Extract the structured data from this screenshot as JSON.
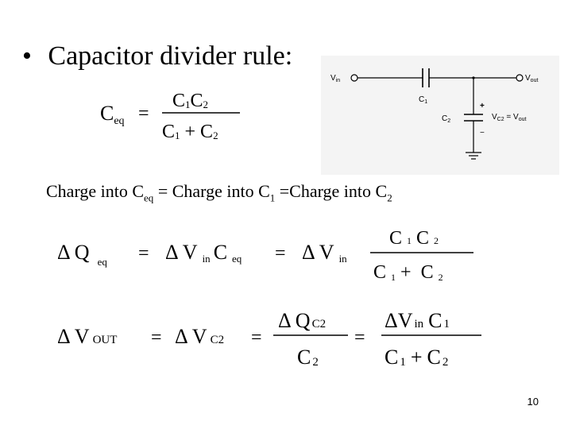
{
  "slide": {
    "bullet": "•",
    "title": "Capacitor divider rule:",
    "page_number": "10"
  },
  "circuit": {
    "vin_label": "Vin",
    "vout_label": "Vout",
    "c1_label": "C1",
    "c2_label": "C2",
    "plus": "+",
    "minus": "−",
    "vc2_label": "VC2 = Vout"
  },
  "equations": {
    "ceq": {
      "lhs": "C",
      "lhs_sub": "eq",
      "eq": "=",
      "num": [
        "C",
        "1",
        "C",
        "2"
      ],
      "den": [
        "C",
        "1",
        "+",
        "C",
        "2"
      ]
    },
    "charge": {
      "t1": "Charge into C",
      "s1": "eq",
      "t2": " = Charge into C",
      "s2": "1",
      "t3": " =Charge into C",
      "s3": "2"
    },
    "dq": {
      "delta": "Δ",
      "q": "Q",
      "q_sub": "eq",
      "eq1": "=",
      "v": "V",
      "v_sub": "in",
      "c": "C",
      "c_sub": "eq",
      "eq2": "=",
      "v2": "V",
      "v2_sub": "in",
      "num": [
        "C",
        "1",
        "C",
        "2"
      ],
      "den": [
        "C",
        "1",
        "+",
        "C",
        "2"
      ]
    },
    "dv": {
      "delta": "Δ",
      "vout": "V",
      "vout_sub": "OUT",
      "eq1": "=",
      "vc2": "V",
      "vc2_sub": "C2",
      "eq2": "=",
      "frac1_num": [
        "Q",
        "C2"
      ],
      "frac1_den": [
        "C",
        "2"
      ],
      "eq3": "=",
      "frac2_num": [
        "V",
        "in",
        "C",
        "1"
      ],
      "frac2_den": [
        "C",
        "1",
        "+",
        "C",
        "2"
      ]
    }
  }
}
